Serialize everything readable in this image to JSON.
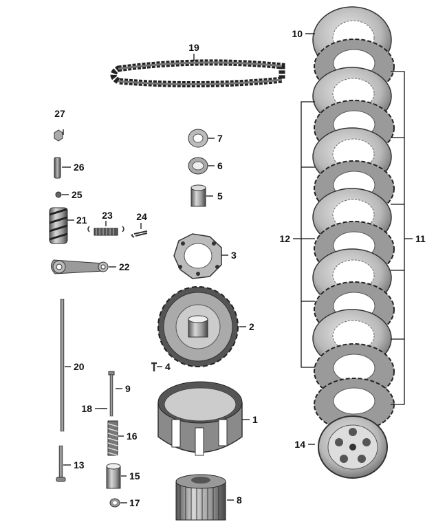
{
  "callouts": [
    {
      "id": "1",
      "text": "1"
    },
    {
      "id": "2",
      "text": "2"
    },
    {
      "id": "3",
      "text": "3"
    },
    {
      "id": "4",
      "text": "4"
    },
    {
      "id": "5",
      "text": "5"
    },
    {
      "id": "6",
      "text": "6"
    },
    {
      "id": "7",
      "text": "7"
    },
    {
      "id": "8",
      "text": "8"
    },
    {
      "id": "9",
      "text": "9"
    },
    {
      "id": "10",
      "text": "10"
    },
    {
      "id": "11",
      "text": "11"
    },
    {
      "id": "12",
      "text": "12"
    },
    {
      "id": "13",
      "text": "13"
    },
    {
      "id": "14",
      "text": "14"
    },
    {
      "id": "15",
      "text": "15"
    },
    {
      "id": "16",
      "text": "16"
    },
    {
      "id": "17",
      "text": "17"
    },
    {
      "id": "18",
      "text": "18"
    },
    {
      "id": "19",
      "text": "19"
    },
    {
      "id": "20",
      "text": "20"
    },
    {
      "id": "21",
      "text": "21"
    },
    {
      "id": "22",
      "text": "22"
    },
    {
      "id": "23",
      "text": "23"
    },
    {
      "id": "24",
      "text": "24"
    },
    {
      "id": "25",
      "text": "25"
    },
    {
      "id": "26",
      "text": "26"
    },
    {
      "id": "27",
      "text": "27"
    }
  ],
  "parts": {
    "1": "clutch-drum",
    "2": "sprocket-wheel",
    "3": "spring-plate",
    "4": "small-screw",
    "5": "bushing",
    "6": "washer",
    "7": "washer",
    "8": "clutch-hub",
    "9": "pin",
    "10": "friction-disc",
    "11": "steel-plates",
    "12": "friction-plates",
    "13": "push-rod-short",
    "14": "pressure-plate",
    "15": "sleeve",
    "16": "coil-spring",
    "17": "small-washer",
    "18": "small-pin",
    "19": "drive-chain",
    "20": "push-rod-long",
    "21": "worm-gear",
    "22": "release-lever",
    "23": "tension-spring",
    "24": "cotter-pin",
    "25": "ball",
    "26": "adjusting-screw",
    "27": "nut"
  },
  "colors": {
    "metal_light": "#cfcfcf",
    "metal_mid": "#9a9a9a",
    "metal_dark": "#555555",
    "ink": "#111111"
  }
}
